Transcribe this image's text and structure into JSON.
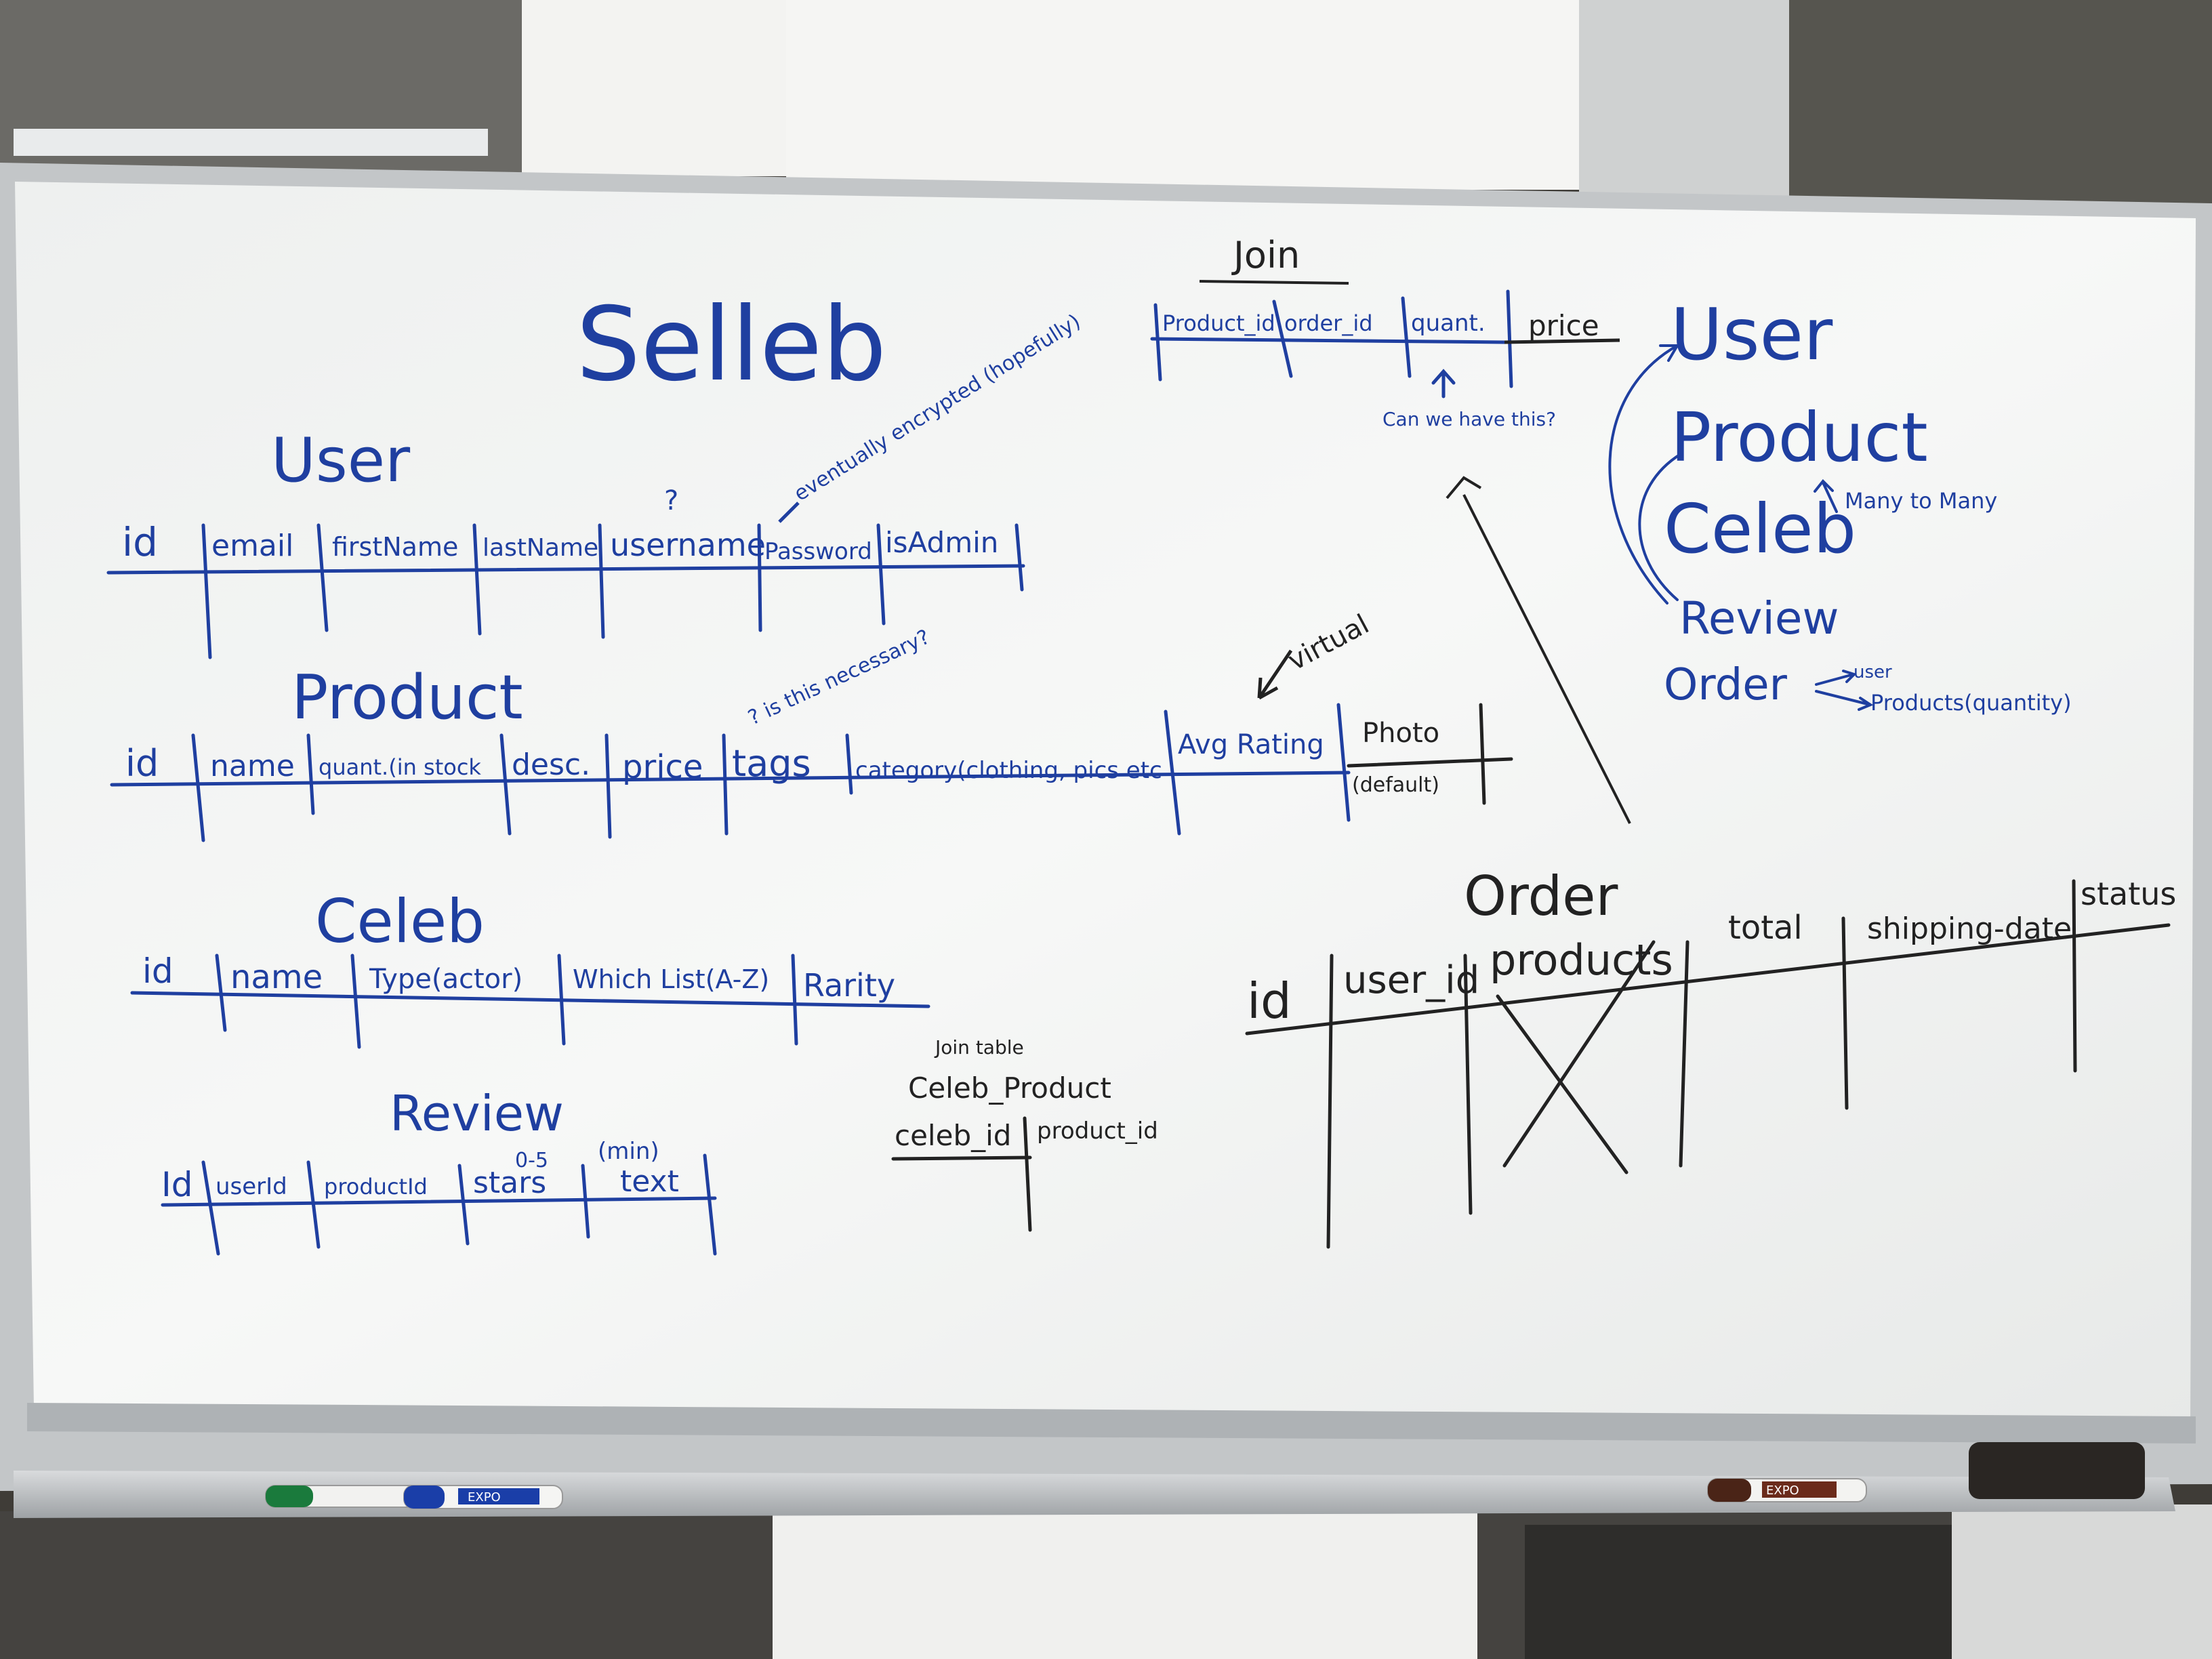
{
  "title": "Selleb",
  "user_table": {
    "name": "User",
    "columns": [
      "id",
      "email",
      "firstName",
      "lastName",
      "username",
      "Password",
      "isAdmin"
    ],
    "username_note": "?",
    "password_note": "eventually encrypted (hopefully)"
  },
  "product_table": {
    "name": "Product",
    "columns": [
      "id",
      "name",
      "quant.(in stock",
      "desc.",
      "price",
      "tags",
      "category(clothing, pics etc",
      "Avg Rating",
      "Photo"
    ],
    "photo_note": "(default)",
    "tags_note": "? is this necessary?",
    "rating_note": "virtual"
  },
  "celeb_table": {
    "name": "Celeb",
    "columns": [
      "id",
      "name",
      "Type(actor)",
      "Which List(A-Z)",
      "Rarity"
    ]
  },
  "review_table": {
    "name": "Review",
    "columns": [
      "Id",
      "userId",
      "productId",
      "stars",
      "text"
    ],
    "stars_note": "0-5",
    "text_note": "(min)"
  },
  "join_table": {
    "name": "Join",
    "columns": [
      "Product_id",
      "order_id",
      "quant.",
      "price"
    ],
    "note": "Can we have this?"
  },
  "celeb_product": {
    "label": "Join table",
    "name": "Celeb_Product",
    "columns": [
      "celeb_id",
      "product_id"
    ]
  },
  "order_table": {
    "name": "Order",
    "columns": [
      "id",
      "user_id",
      "products",
      "total",
      "shipping-date",
      "status"
    ]
  },
  "model_list": {
    "items": [
      "User",
      "Product",
      "Celeb",
      "Review",
      "Order"
    ],
    "many_to_many": "Many to Many",
    "order_user": "user",
    "order_products": "Products(quantity)"
  },
  "marker_labels": [
    "EXPO",
    "EXPO"
  ],
  "colors": {
    "board": "#f4f5f3",
    "ink_blue": "#1f3fa0",
    "ink_black": "#222222",
    "frame": "#b9bcbf",
    "wall": "#e8e8e6"
  }
}
